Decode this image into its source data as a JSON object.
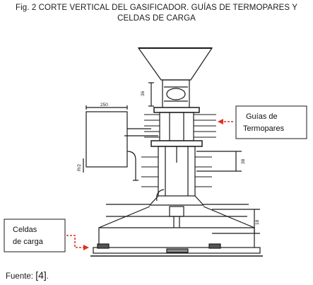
{
  "figure": {
    "caption_line1": "Fig. 2 CORTE VERTICAL DEL GASIFICADOR. GUÍAS DE TERMOPARES Y",
    "caption_line2": "CELDAS DE CARGA"
  },
  "callouts": {
    "thermocouple_guides_line1": "Guías de",
    "thermocouple_guides_line2": "Termopares",
    "load_cells_line1": "Celdas",
    "load_cells_line2": "de carga"
  },
  "dimensions": {
    "dim_top": "36",
    "dim_left": "250",
    "dim_mid": "38",
    "dim_side": "R/2",
    "dim_bottom": "18"
  },
  "source": {
    "prefix": "Fuente: ",
    "reference": "[4]",
    "suffix": "."
  },
  "colors": {
    "arrow_red": "#e03020",
    "line": "#1a1a1a"
  }
}
